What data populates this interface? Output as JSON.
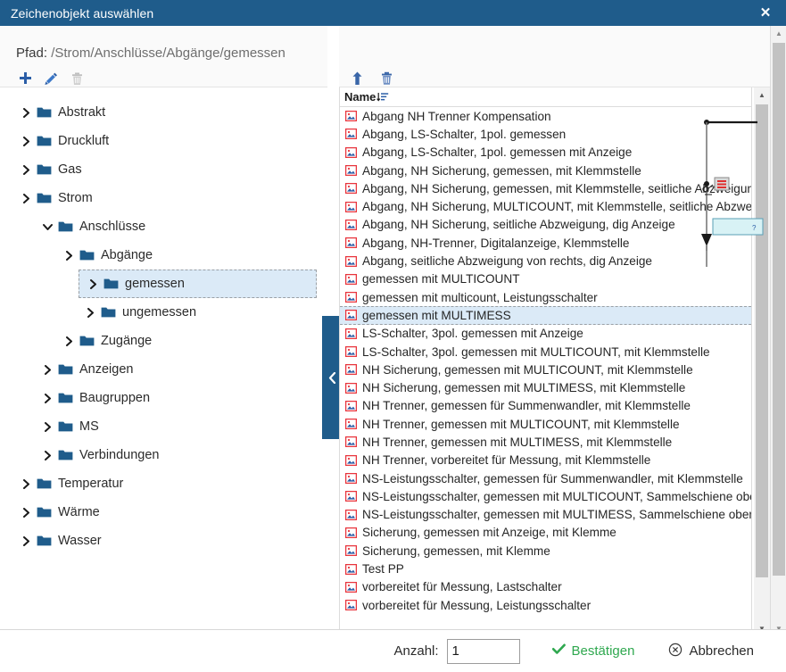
{
  "window": {
    "title": "Zeichenobjekt auswählen",
    "close_icon": "close-icon",
    "accent_color": "#1F5C8B"
  },
  "path": {
    "label": "Pfad:",
    "value": "/Strom/Anschlüsse/Abgänge/gemessen"
  },
  "left_toolbar": {
    "items": [
      {
        "icon": "plus-icon",
        "enabled": true
      },
      {
        "icon": "pencil-icon",
        "enabled": true
      },
      {
        "icon": "trash-icon",
        "enabled": false
      }
    ]
  },
  "right_toolbar": {
    "items": [
      {
        "icon": "arrow-up-icon",
        "enabled": true
      },
      {
        "icon": "trash-icon",
        "enabled": true
      }
    ]
  },
  "tree": {
    "items": [
      {
        "label": "Abstrakt",
        "depth": 0,
        "expanded": false,
        "selected": false
      },
      {
        "label": "Druckluft",
        "depth": 0,
        "expanded": false,
        "selected": false
      },
      {
        "label": "Gas",
        "depth": 0,
        "expanded": false,
        "selected": false
      },
      {
        "label": "Strom",
        "depth": 0,
        "expanded": false,
        "selected": false
      },
      {
        "label": "Anschlüsse",
        "depth": 1,
        "expanded": true,
        "selected": false
      },
      {
        "label": "Abgänge",
        "depth": 2,
        "expanded": false,
        "selected": false
      },
      {
        "label": "gemessen",
        "depth": 3,
        "expanded": false,
        "selected": true
      },
      {
        "label": "ungemessen",
        "depth": 3,
        "expanded": false,
        "selected": false
      },
      {
        "label": "Zugänge",
        "depth": 2,
        "expanded": false,
        "selected": false
      },
      {
        "label": "Anzeigen",
        "depth": 1,
        "expanded": false,
        "selected": false
      },
      {
        "label": "Baugruppen",
        "depth": 1,
        "expanded": false,
        "selected": false
      },
      {
        "label": "MS",
        "depth": 1,
        "expanded": false,
        "selected": false
      },
      {
        "label": "Verbindungen",
        "depth": 1,
        "expanded": false,
        "selected": false
      },
      {
        "label": "Temperatur",
        "depth": 0,
        "expanded": false,
        "selected": false
      },
      {
        "label": "Wärme",
        "depth": 0,
        "expanded": false,
        "selected": false
      },
      {
        "label": "Wasser",
        "depth": 0,
        "expanded": false,
        "selected": false
      }
    ]
  },
  "splitter": {
    "icon": "chevron-left-icon"
  },
  "list": {
    "header": {
      "label": "Name",
      "sort_icon": "sort-descending-icon"
    },
    "rows": [
      {
        "label": "Abgang NH Trenner Kompensation",
        "selected": false
      },
      {
        "label": "Abgang, LS-Schalter, 1pol. gemessen",
        "selected": false
      },
      {
        "label": "Abgang, LS-Schalter, 1pol. gemessen mit Anzeige",
        "selected": false
      },
      {
        "label": "Abgang, NH Sicherung, gemessen, mit Klemmstelle",
        "selected": false
      },
      {
        "label": "Abgang, NH Sicherung, gemessen, mit Klemmstelle, seitliche Abzweigung",
        "selected": false
      },
      {
        "label": "Abgang, NH Sicherung, MULTICOUNT, mit Klemmstelle, seitliche Abzweigung",
        "selected": false
      },
      {
        "label": "Abgang, NH Sicherung, seitliche Abzweigung, dig Anzeige",
        "selected": false
      },
      {
        "label": "Abgang, NH-Trenner, Digitalanzeige, Klemmstelle",
        "selected": false
      },
      {
        "label": "Abgang, seitliche Abzweigung von rechts, dig Anzeige",
        "selected": false
      },
      {
        "label": "gemessen mit MULTICOUNT",
        "selected": false
      },
      {
        "label": "gemessen mit multicount, Leistungsschalter",
        "selected": false
      },
      {
        "label": "gemessen mit MULTIMESS",
        "selected": true
      },
      {
        "label": "LS-Schalter, 3pol. gemessen mit Anzeige",
        "selected": false
      },
      {
        "label": "LS-Schalter, 3pol. gemessen mit MULTICOUNT, mit Klemmstelle",
        "selected": false
      },
      {
        "label": "NH Sicherung, gemessen mit MULTICOUNT, mit Klemmstelle",
        "selected": false
      },
      {
        "label": "NH Sicherung, gemessen mit MULTIMESS, mit Klemmstelle",
        "selected": false
      },
      {
        "label": "NH Trenner, gemessen für Summenwandler, mit Klemmstelle",
        "selected": false
      },
      {
        "label": "NH Trenner, gemessen mit MULTICOUNT, mit Klemmstelle",
        "selected": false
      },
      {
        "label": "NH Trenner, gemessen mit MULTIMESS, mit Klemmstelle",
        "selected": false
      },
      {
        "label": "NH Trenner, vorbereitet für Messung, mit Klemmstelle",
        "selected": false
      },
      {
        "label": "NS-Leistungsschalter, gemessen für Summenwandler, mit Klemmstelle",
        "selected": false
      },
      {
        "label": "NS-Leistungsschalter, gemessen mit MULTICOUNT, Sammelschiene oben",
        "selected": false
      },
      {
        "label": "NS-Leistungsschalter, gemessen mit MULTIMESS, Sammelschiene oben",
        "selected": false
      },
      {
        "label": "Sicherung, gemessen mit Anzeige, mit Klemme",
        "selected": false
      },
      {
        "label": "Sicherung, gemessen, mit Klemme",
        "selected": false
      },
      {
        "label": "Test PP",
        "selected": false
      },
      {
        "label": "vorbereitet für Messung, Lastschalter",
        "selected": false
      },
      {
        "label": "vorbereitet für Messung, Leistungsschalter",
        "selected": false
      }
    ]
  },
  "footer": {
    "count_label": "Anzahl:",
    "count_value": "1",
    "confirm_label": "Bestätigen",
    "confirm_icon": "check-icon",
    "confirm_color": "#2FA84F",
    "cancel_label": "Abbrechen",
    "cancel_icon": "cancel-circle-icon"
  }
}
